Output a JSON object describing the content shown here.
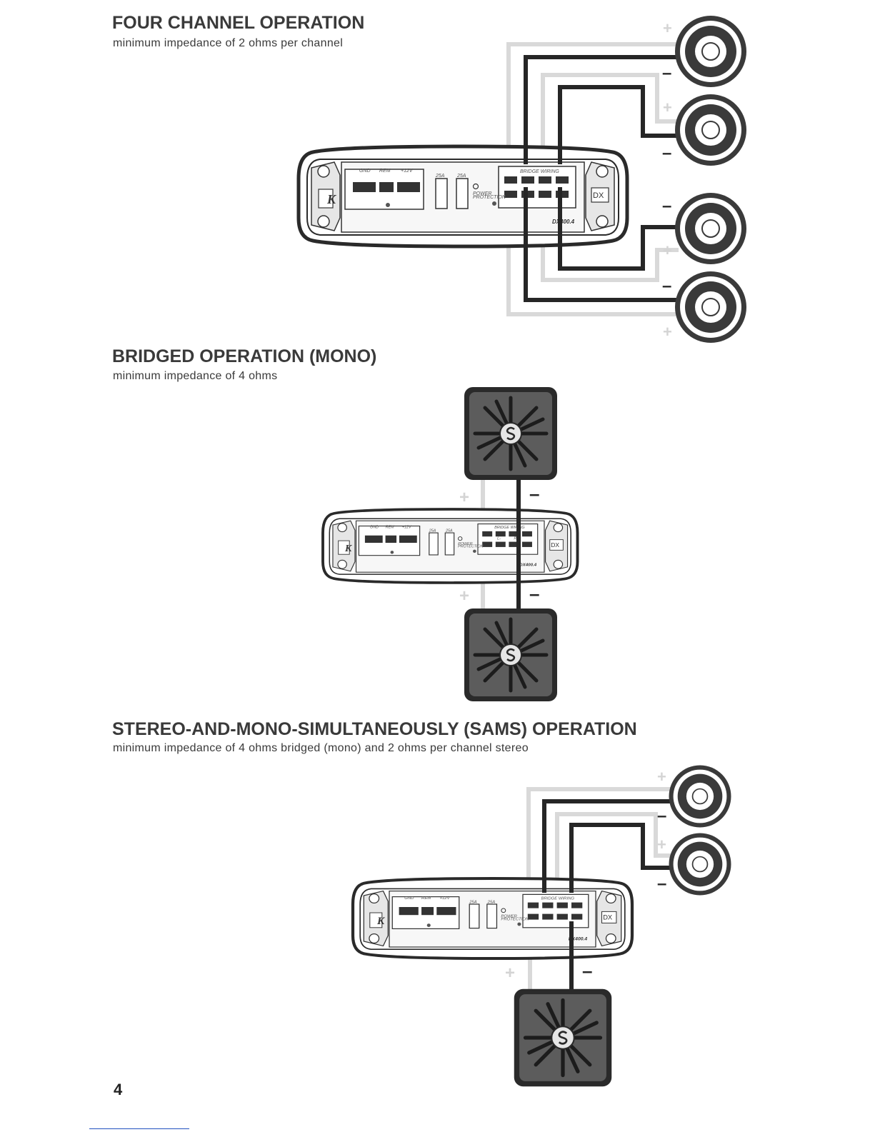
{
  "sections": [
    {
      "title": "FOUR CHANNEL OPERATION",
      "subtitle": "minimum impedance of 2 ohms per channel"
    },
    {
      "title": "BRIDGED OPERATION (MONO)",
      "subtitle": "minimum impedance of 4 ohms"
    },
    {
      "title": "STEREO-AND-MONO-SIMULTANEOUSLY (SAMS) OPERATION",
      "subtitle": "minimum impedance of 4 ohms bridged (mono) and 2 ohms per channel stereo"
    }
  ],
  "amplifier": {
    "gnd_label": "GND",
    "rem_label": "REM",
    "v12_label": "+12V",
    "fuse_label": "25A",
    "power_label": "POWER",
    "protection_label": "PROTECTION",
    "bridge_label": "BRIDGE WIRING",
    "logo_text": "K",
    "dx_text": "DX",
    "model_text": "DX400.4",
    "l_minus": "L-",
    "r_plus": "R+"
  },
  "polarity": {
    "plus": "+",
    "minus": "–"
  },
  "speaker_icons": [
    "round-speaker-icon",
    "subwoofer-icon"
  ],
  "colors": {
    "positive_wire": "#d9d9d9",
    "negative_wire": "#262626",
    "sub_fill": "#5a5a5a",
    "amp_frame": "#2a2a2a"
  },
  "page_number": "4"
}
